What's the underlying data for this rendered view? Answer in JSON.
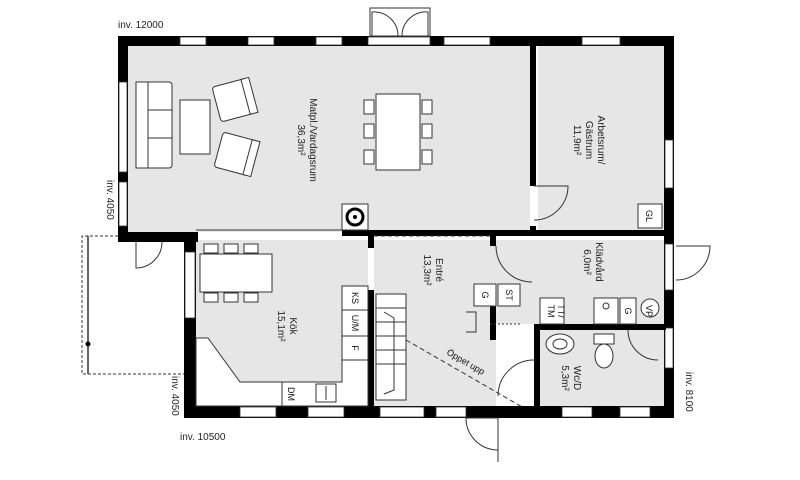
{
  "levels": {
    "top": "inv. 12000",
    "left": "inv. 4050",
    "bottom_left": "inv. 10500",
    "lower_left": "inv. 4050",
    "right": "inv. 8100"
  },
  "rooms": {
    "living": {
      "name": "Matpl./Vardagsrum",
      "area": "36,3m²"
    },
    "office": {
      "name_line1": "Arbetsrum/",
      "name_line2": "Gästrum",
      "area": "11,9m²"
    },
    "entry": {
      "name": "Entré",
      "area": "13,3m²"
    },
    "laundry": {
      "name": "Klädvård",
      "area": "6,0m²"
    },
    "kitchen": {
      "name": "Kök",
      "area": "15,1m²"
    },
    "wc": {
      "name": "Wc/D",
      "area": "5,3m²"
    }
  },
  "fixtures": {
    "gl": "GL",
    "ks": "KS",
    "um": "U/M",
    "f": "F",
    "dm": "DM",
    "g_entry": "G",
    "st": "ST",
    "tt": "TT/",
    "tm": "TM",
    "g_laundry": "G",
    "vp": "VP"
  },
  "annotations": {
    "open_up": "Öppet upp"
  }
}
